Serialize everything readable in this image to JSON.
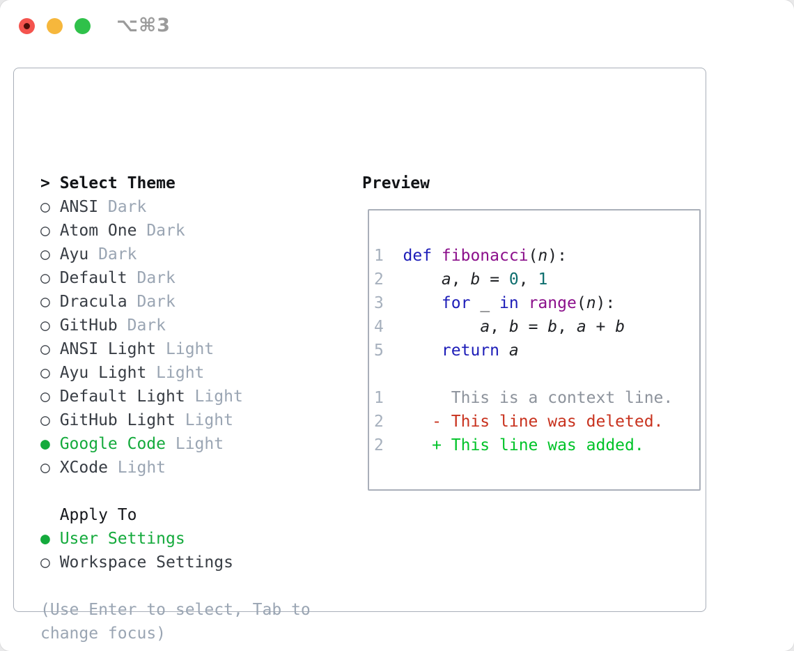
{
  "window": {
    "shortcut_label": "⌥⌘3",
    "traffic_lights": {
      "red": "#f4544e",
      "yellow": "#f6b73c",
      "green": "#2fc14a"
    }
  },
  "icons": {
    "focus_marker": ">",
    "radio_unselected": "○",
    "radio_selected": "●"
  },
  "colors": {
    "accent_green": "#14aa3c",
    "diff_added_green": "#00c328",
    "diff_deleted_red": "#c8321e",
    "muted_gray": "#9aa5b3",
    "panel_border": "#a9afb9",
    "keyword_blue": "#1d1db8",
    "function_purple": "#8b0f8b",
    "literal_teal": "#0d6e6e"
  },
  "theme_panel": {
    "select_theme": {
      "marker": ">",
      "label": "Select Theme"
    },
    "themes": [
      {
        "name": "ANSI",
        "variant": "Dark",
        "selected": false
      },
      {
        "name": "Atom One",
        "variant": "Dark",
        "selected": false
      },
      {
        "name": "Ayu",
        "variant": "Dark",
        "selected": false
      },
      {
        "name": "Default",
        "variant": "Dark",
        "selected": false
      },
      {
        "name": "Dracula",
        "variant": "Dark",
        "selected": false
      },
      {
        "name": "GitHub",
        "variant": "Dark",
        "selected": false
      },
      {
        "name": "ANSI Light",
        "variant": "Light",
        "selected": false
      },
      {
        "name": "Ayu Light",
        "variant": "Light",
        "selected": false
      },
      {
        "name": "Default Light",
        "variant": "Light",
        "selected": false
      },
      {
        "name": "GitHub Light",
        "variant": "Light",
        "selected": false
      },
      {
        "name": "Google Code",
        "variant": "Light",
        "selected": true
      },
      {
        "name": "XCode",
        "variant": "Light",
        "selected": false
      }
    ],
    "apply_to": {
      "label": "Apply To",
      "options": [
        {
          "name": "User Settings",
          "selected": true
        },
        {
          "name": "Workspace Settings",
          "selected": false
        }
      ]
    },
    "help_lines": [
      "(Use Enter to select, Tab to",
      "change focus)"
    ]
  },
  "preview": {
    "label": "Preview",
    "lines": [
      {
        "num": "1",
        "segments": [
          {
            "t": "def ",
            "c": "kw"
          },
          {
            "t": "fibonacci",
            "c": "fn"
          },
          {
            "t": "(",
            "c": "plain"
          },
          {
            "t": "n",
            "c": "var"
          },
          {
            "t": "):",
            "c": "plain"
          }
        ]
      },
      {
        "num": "2",
        "segments": [
          {
            "t": "    ",
            "c": "plain"
          },
          {
            "t": "a",
            "c": "var"
          },
          {
            "t": ", ",
            "c": "plain"
          },
          {
            "t": "b",
            "c": "var"
          },
          {
            "t": " = ",
            "c": "plain"
          },
          {
            "t": "0",
            "c": "lit"
          },
          {
            "t": ", ",
            "c": "plain"
          },
          {
            "t": "1",
            "c": "lit"
          }
        ]
      },
      {
        "num": "3",
        "segments": [
          {
            "t": "    ",
            "c": "plain"
          },
          {
            "t": "for",
            "c": "kw"
          },
          {
            "t": " _ ",
            "c": "plain"
          },
          {
            "t": "in",
            "c": "kw"
          },
          {
            "t": " ",
            "c": "plain"
          },
          {
            "t": "range",
            "c": "fn"
          },
          {
            "t": "(",
            "c": "plain"
          },
          {
            "t": "n",
            "c": "var"
          },
          {
            "t": "):",
            "c": "plain"
          }
        ]
      },
      {
        "num": "4",
        "segments": [
          {
            "t": "        ",
            "c": "plain"
          },
          {
            "t": "a",
            "c": "var"
          },
          {
            "t": ", ",
            "c": "plain"
          },
          {
            "t": "b",
            "c": "var"
          },
          {
            "t": " = ",
            "c": "plain"
          },
          {
            "t": "b",
            "c": "var"
          },
          {
            "t": ", ",
            "c": "plain"
          },
          {
            "t": "a",
            "c": "var"
          },
          {
            "t": " + ",
            "c": "plain"
          },
          {
            "t": "b",
            "c": "var"
          }
        ]
      },
      {
        "num": "5",
        "segments": [
          {
            "t": "    ",
            "c": "plain"
          },
          {
            "t": "return",
            "c": "kw"
          },
          {
            "t": " ",
            "c": "plain"
          },
          {
            "t": "a",
            "c": "var"
          }
        ]
      },
      {
        "num": "",
        "segments": []
      },
      {
        "num": "1",
        "segments": [
          {
            "t": "     This is a context line.",
            "c": "ctx"
          }
        ]
      },
      {
        "num": "2",
        "segments": [
          {
            "t": "   - This line was deleted.",
            "c": "del"
          }
        ]
      },
      {
        "num": "2",
        "segments": [
          {
            "t": "   + This line was added.",
            "c": "add"
          }
        ]
      }
    ]
  }
}
